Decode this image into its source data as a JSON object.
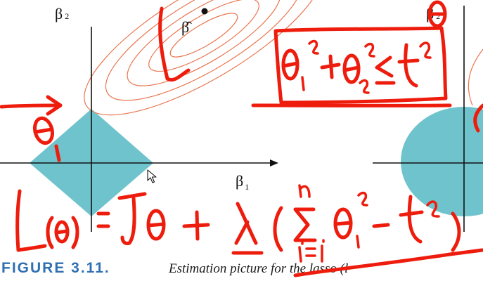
{
  "colors": {
    "region": "#6fc3cc",
    "axes": "#111111",
    "contour": "#e8764f",
    "ink": "#ee1c0c",
    "caption_accent": "#2f6fb3"
  },
  "left_plot": {
    "y_axis_label": "β",
    "y_axis_sub": "2",
    "x_axis_label": "β",
    "x_axis_sub": "1",
    "estimate_label": "β̂"
  },
  "right_plot": {
    "y_axis_label": "β",
    "y_axis_sub": "2"
  },
  "caption": {
    "figure_label": "FIGURE 3.11.",
    "text": "Estimation picture for the lasso (l"
  },
  "annotations": {
    "constraint_equation": "θ₁² + θ₂² ≤ t²",
    "theta_label": "θ",
    "theta_sub": "1",
    "theta_right": "θ",
    "loss_equation": "L(θ) = Jθ + λ(Σ θᵢ² − t²)",
    "sum_upper": "n",
    "sum_lower": "i=1"
  },
  "icons": {
    "cursor": "mouse-pointer-icon"
  }
}
